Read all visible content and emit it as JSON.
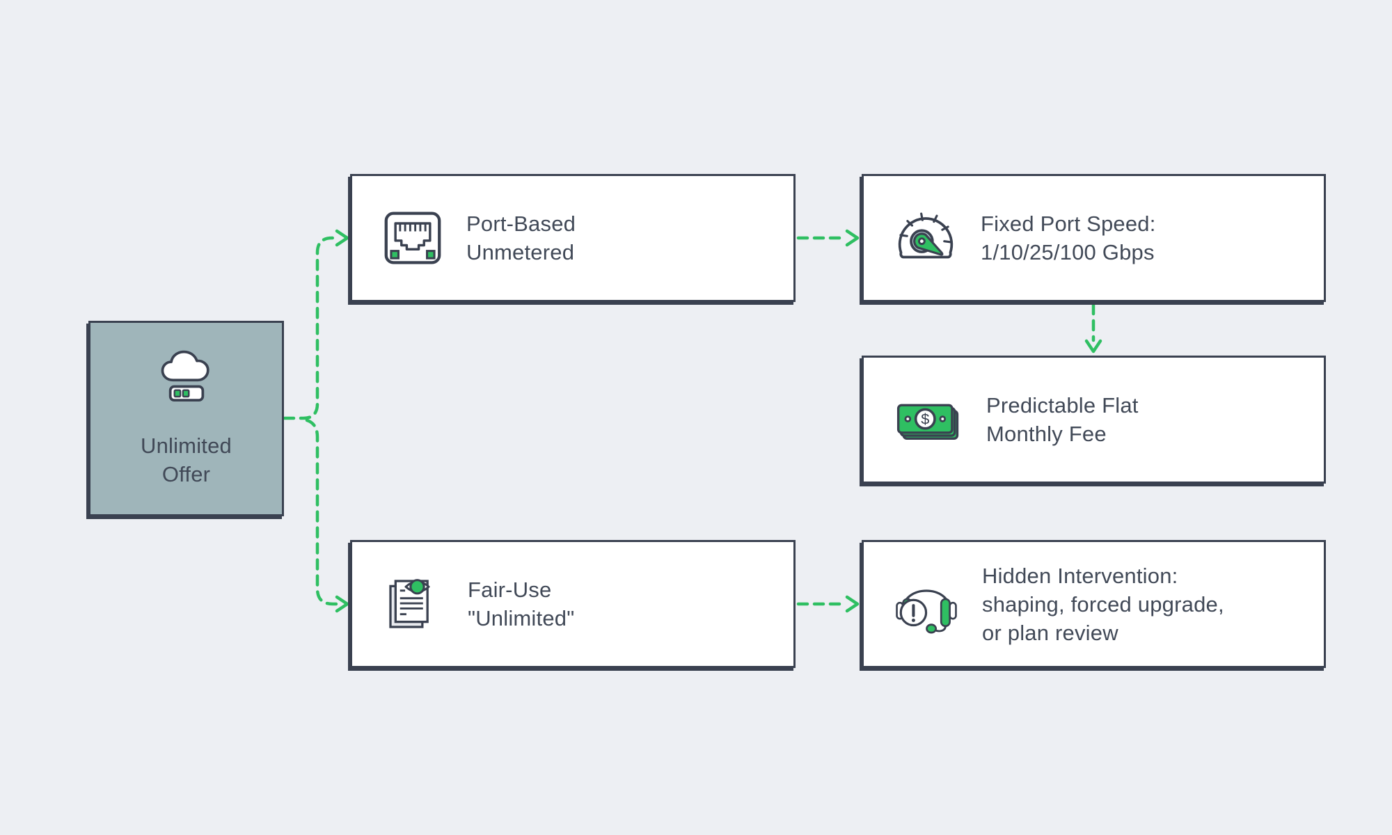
{
  "diagram": {
    "nodes": {
      "root": {
        "label": "Unlimited\nOffer",
        "icon": "cloud-server-icon"
      },
      "port_based": {
        "label": "Port-Based\nUnmetered",
        "icon": "ethernet-port-icon"
      },
      "fixed_speed": {
        "label": "Fixed Port Speed:\n1/10/25/100 Gbps",
        "icon": "speedometer-icon"
      },
      "flat_fee": {
        "label": "Predictable Flat\nMonthly Fee",
        "icon": "money-icon"
      },
      "fair_use": {
        "label": "Fair-Use\n\"Unlimited\"",
        "icon": "document-eye-icon"
      },
      "hidden_intervention": {
        "label": "Hidden Intervention:\nshaping, forced upgrade,\nor plan review",
        "icon": "headset-alert-icon"
      }
    },
    "edges": [
      {
        "from": "root",
        "to": "port_based",
        "style": "dashed-green-arrow"
      },
      {
        "from": "root",
        "to": "fair_use",
        "style": "dashed-green-arrow"
      },
      {
        "from": "port_based",
        "to": "fixed_speed",
        "style": "dashed-green-arrow"
      },
      {
        "from": "fixed_speed",
        "to": "flat_fee",
        "style": "dashed-green-arrow"
      },
      {
        "from": "fair_use",
        "to": "hidden_intervention",
        "style": "dashed-green-arrow"
      }
    ],
    "colors": {
      "background": "#EDEFF3",
      "node_fill": "#FFFFFF",
      "root_node_fill": "#9FB5BA",
      "outline": "#3A4150",
      "text": "#414957",
      "accent_green": "#2FBF62"
    }
  }
}
